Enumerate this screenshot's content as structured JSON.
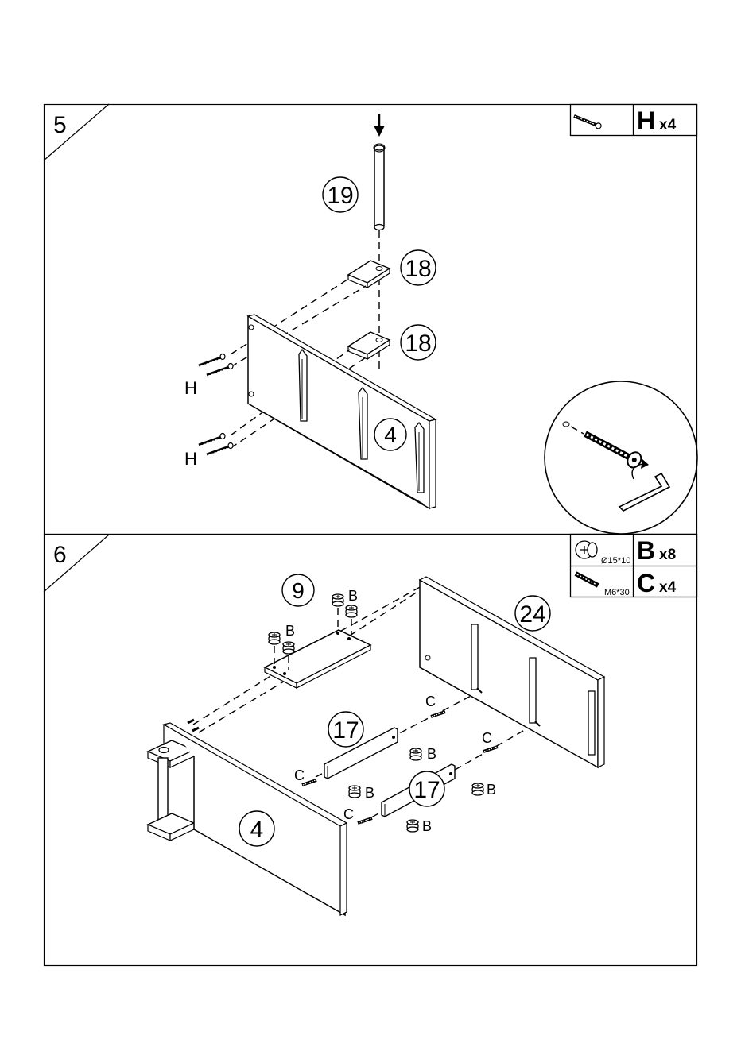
{
  "step5": {
    "number": "5",
    "hardware": {
      "icon": "screw-icon",
      "letter": "H",
      "qty": "x4"
    },
    "labels": {
      "part19": "19",
      "part18a": "18",
      "part18b": "18",
      "part4": "4",
      "h1": "H",
      "h2": "H"
    }
  },
  "step6": {
    "number": "6",
    "hardware": [
      {
        "icon": "cam-lock-icon",
        "size": "Ø15*10",
        "letter": "B",
        "qty": "x8"
      },
      {
        "icon": "dowel-icon",
        "size": "M6*30",
        "letter": "C",
        "qty": "x4"
      }
    ],
    "labels": {
      "part9": "9",
      "part24": "24",
      "part17a": "17",
      "part17b": "17",
      "part4": "4",
      "b": "B",
      "c": "C"
    }
  }
}
